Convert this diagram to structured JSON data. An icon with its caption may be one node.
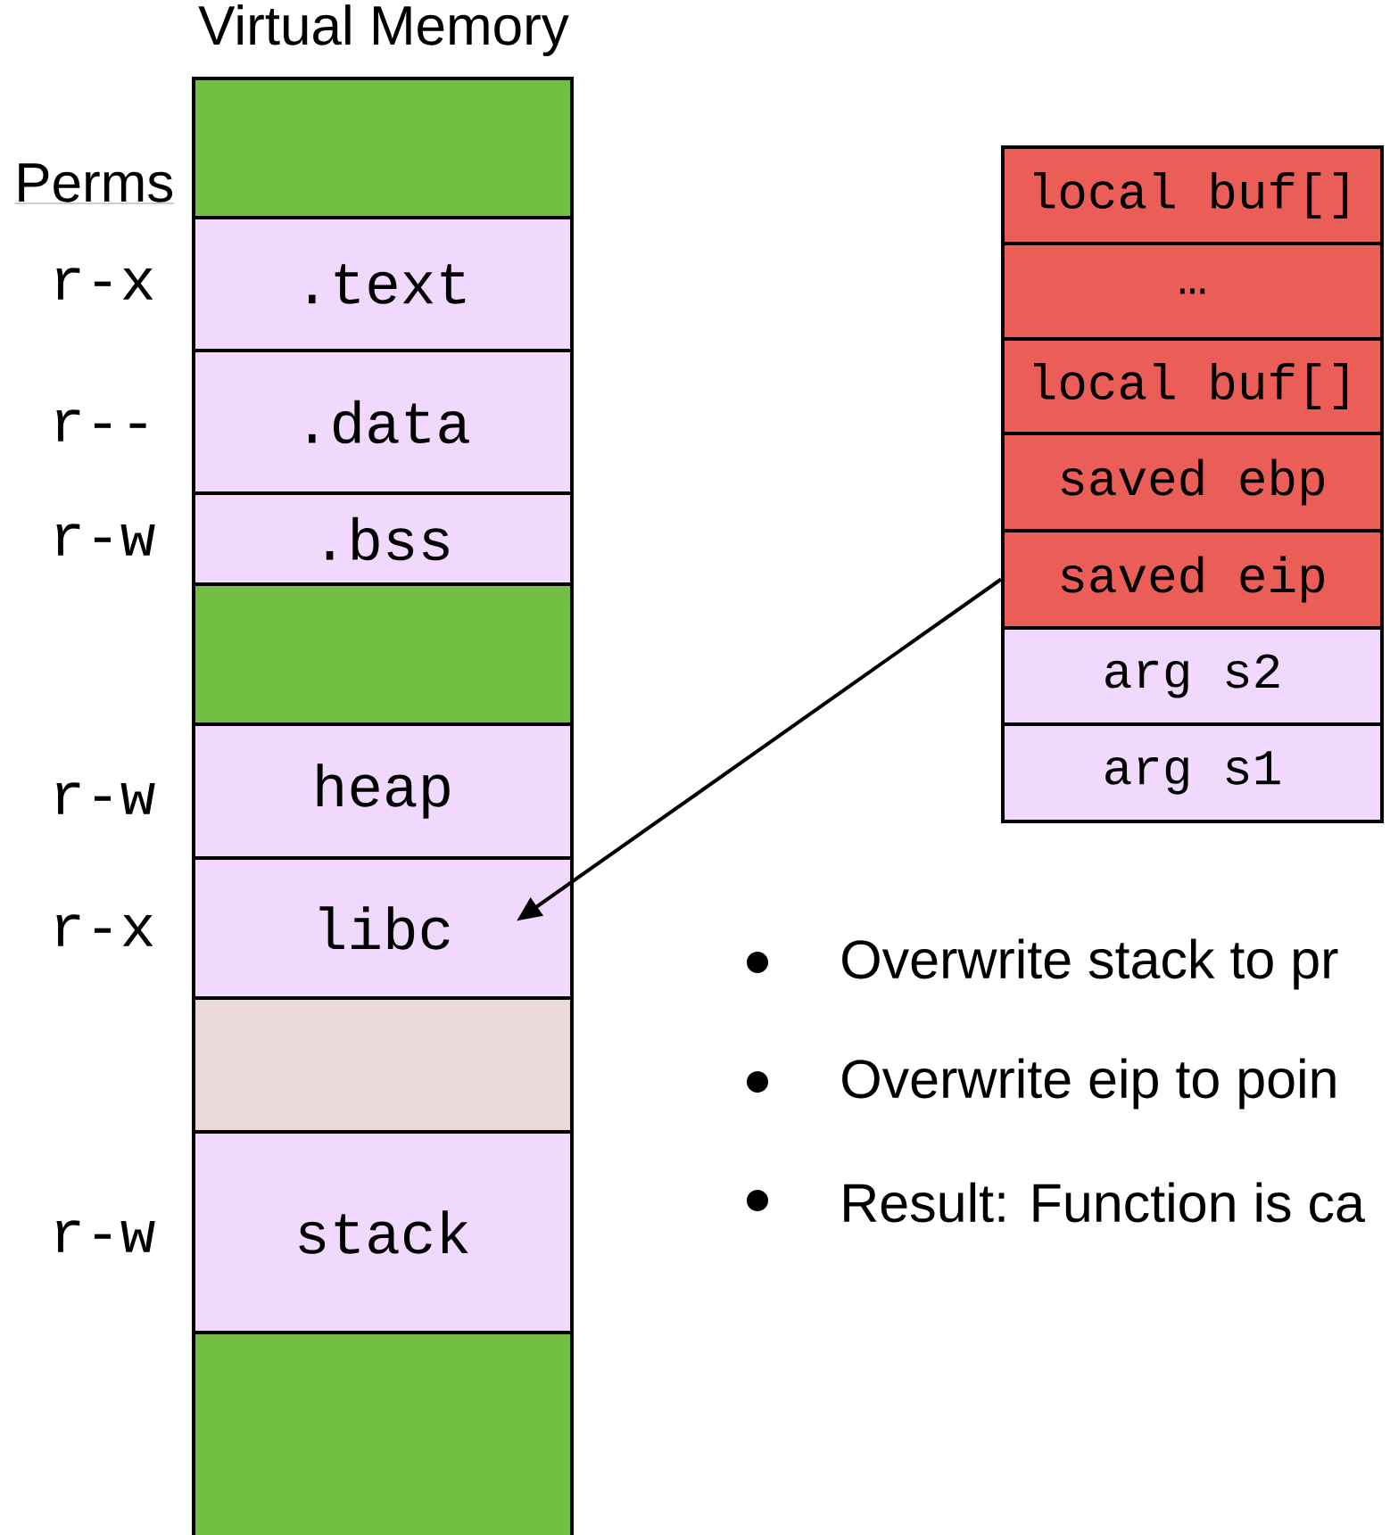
{
  "diagram": {
    "title": "Virtual Memory",
    "nodes": [
      {
        "text": [],
        "shape": "box"
      },
      {
        "text": [
          ".text"
        ]
      },
      {
        "text": [
          ".data"
        ]
      },
      {
        "text": [
          ".bss"
        ]
      },
      {
        "text": [],
        "shape": "box"
      },
      {
        "text": [
          "heap"
        ]
      },
      {
        "text": [
          "libc"
        ]
      },
      {
        "text": [],
        "shape": "box"
      },
      {
        "text": [
          "stack"
        ]
      },
      {
        "text": [],
        "shape": "box"
      },
      {
        "text": [
          "local buf[]"
        ]
      },
      {
        "text": [
          "…"
        ]
      },
      {
        "text": [
          "local buf[]"
        ]
      },
      {
        "text": [
          "saved ebp"
        ]
      },
      {
        "text": [
          "saved eip"
        ]
      },
      {
        "text": [
          "arg s2"
        ]
      },
      {
        "text": [
          "arg s1"
        ]
      }
    ],
    "edges": [
      {
        "from": 14,
        "to": 6,
        "arrow": "to"
      }
    ],
    "labels": [
      "Perms",
      "r-x",
      "r--",
      "r-w",
      "r-w",
      "r-x",
      "r-w",
      "Overwrite stack to pr",
      "Overwrite eip to poin",
      "Result: Function is ca"
    ]
  }
}
